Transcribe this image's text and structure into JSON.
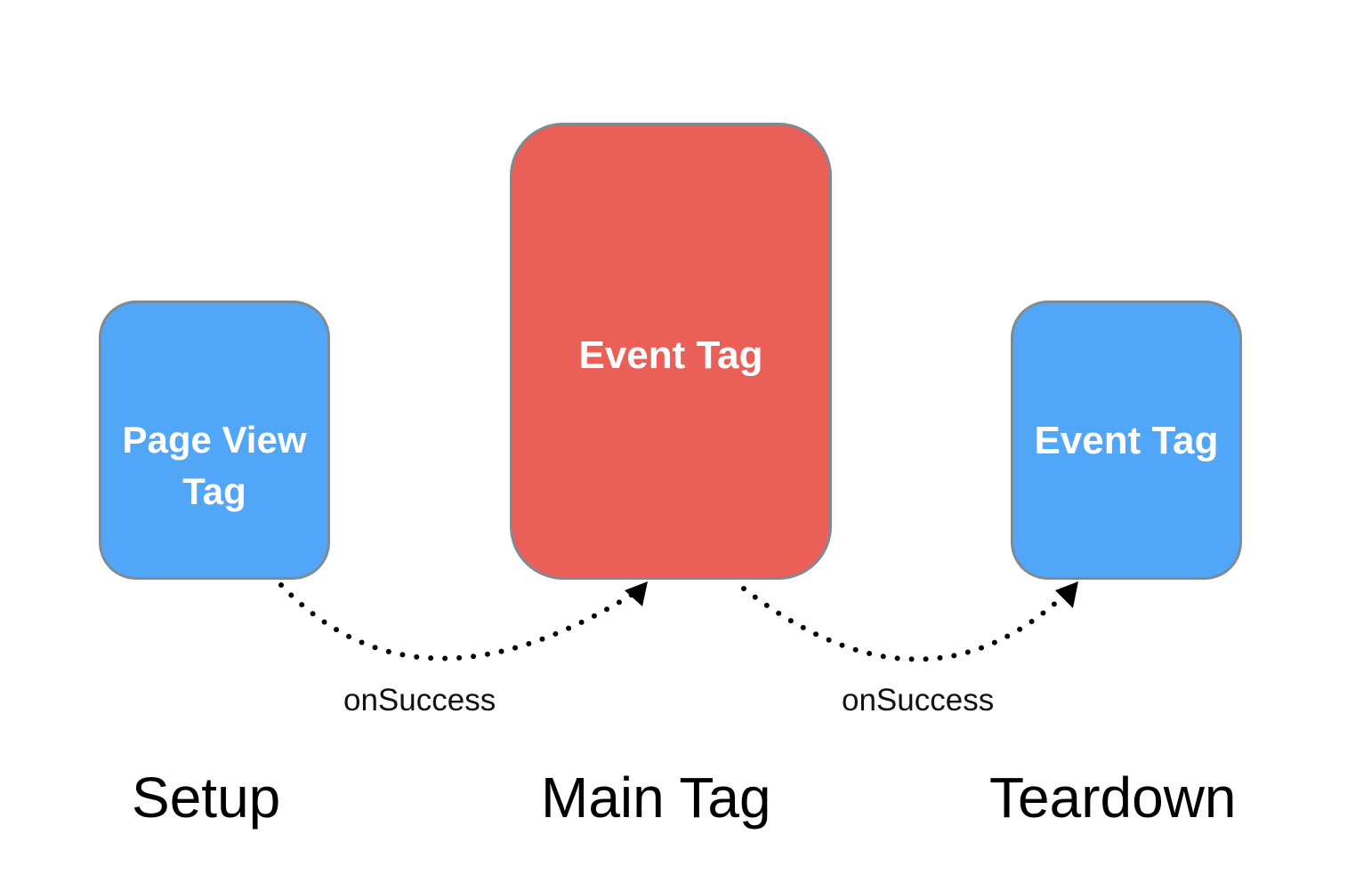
{
  "colors": {
    "secondary_box": "#52a6f8",
    "main_box": "#eb5f59",
    "box_border": "#7f8a93",
    "box_text": "#ffffff",
    "arrow": "#000000"
  },
  "nodes": {
    "setup": {
      "label": "Page View\nTag"
    },
    "main": {
      "label": "Event Tag"
    },
    "teardown": {
      "label": "Event Tag"
    }
  },
  "edges": [
    {
      "from": "setup",
      "to": "main",
      "label": "onSuccess",
      "style": "dotted"
    },
    {
      "from": "main",
      "to": "teardown",
      "label": "onSuccess",
      "style": "dotted"
    }
  ],
  "stages": {
    "setup": "Setup",
    "main": "Main Tag",
    "teardown": "Teardown"
  }
}
